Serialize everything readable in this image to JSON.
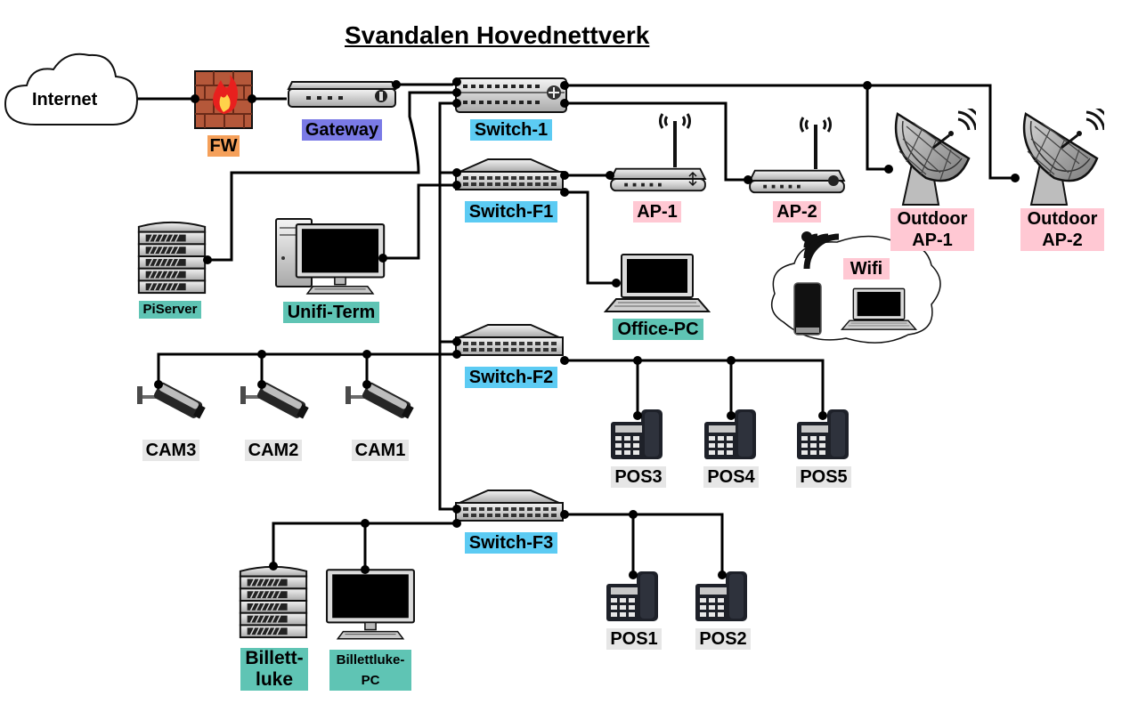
{
  "title": "Svandalen Hovednettverk",
  "nodes": {
    "internet": "Internet",
    "fw": "FW",
    "gateway": "Gateway",
    "switch1": "Switch-1",
    "switch_f1": "Switch-F1",
    "switch_f2": "Switch-F2",
    "switch_f3": "Switch-F3",
    "ap1": "AP-1",
    "ap2": "AP-2",
    "outdoor_ap1": [
      "Outdoor",
      "AP-1"
    ],
    "outdoor_ap2": [
      "Outdoor",
      "AP-2"
    ],
    "wifi": "Wifi",
    "piserver": "PiServer",
    "unifi_term": "Unifi-Term",
    "office_pc": "Office-PC",
    "cam3": "CAM3",
    "cam2": "CAM2",
    "cam1": "CAM1",
    "pos3": "POS3",
    "pos4": "POS4",
    "pos5": "POS5",
    "pos1": "POS1",
    "pos2": "POS2",
    "billettluke": [
      "Billett-",
      "luke"
    ],
    "billettluke_pc": [
      "Billettluke-",
      "PC"
    ]
  },
  "colors": {
    "switch_label": "#5ccbf3",
    "ap_label": "#ffc8d3",
    "server_label": "#5fc4b4",
    "endpoint_label": "#e6e6e6",
    "fw_label": "#f5a05a",
    "gateway_label": "#7a7ae6"
  }
}
